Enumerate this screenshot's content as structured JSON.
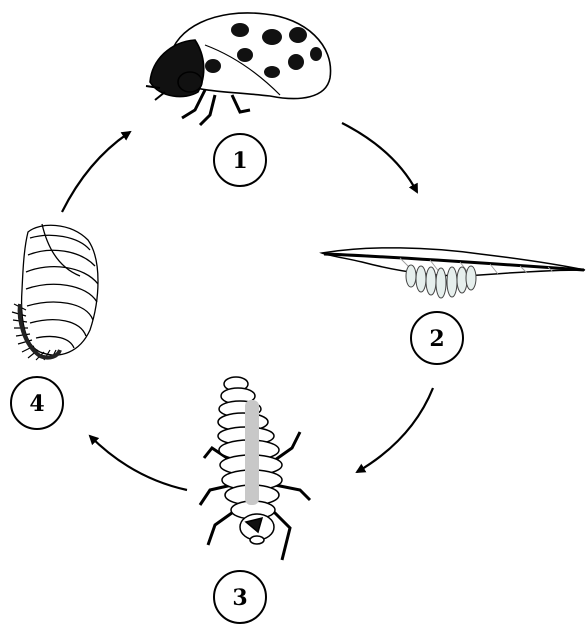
{
  "diagram": {
    "stages": [
      {
        "number": "1",
        "name": "adult-ladybug"
      },
      {
        "number": "2",
        "name": "eggs-on-leaf"
      },
      {
        "number": "3",
        "name": "larva"
      },
      {
        "number": "4",
        "name": "pupa"
      }
    ],
    "colors": {
      "line": "#000000",
      "background": "#ffffff",
      "larva_stripe": "#c8c8c8",
      "egg": "#e6efed",
      "leaf_vein": "#9a9a9a"
    },
    "icons": [
      "ladybug-icon",
      "leaf-eggs-icon",
      "larva-icon",
      "pupa-icon",
      "cycle-arrow-icon"
    ]
  }
}
